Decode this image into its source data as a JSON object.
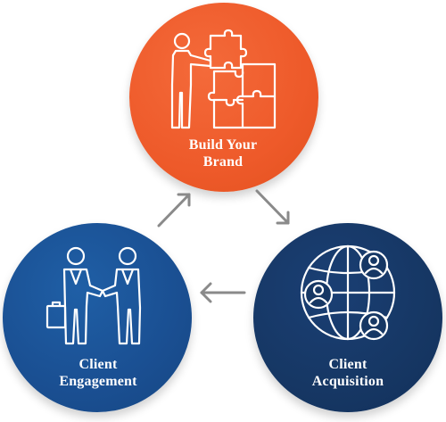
{
  "nodes": {
    "brand": {
      "line1": "Build Your",
      "line2": "Brand",
      "color": "#ee5a2a",
      "icon": "puzzle-pieces-icon"
    },
    "engagement": {
      "line1": "Client",
      "line2": "Engagement",
      "color": "#1a4f92",
      "icon": "handshake-icon"
    },
    "acquisition": {
      "line1": "Client",
      "line2": "Acquisition",
      "color": "#163764",
      "icon": "globe-users-icon"
    }
  },
  "arrows": [
    {
      "from": "brand",
      "to": "acquisition"
    },
    {
      "from": "acquisition",
      "to": "engagement"
    },
    {
      "from": "engagement",
      "to": "brand"
    }
  ],
  "colors": {
    "arrow": "#8a8a8a",
    "icon_stroke": "#ffffff"
  }
}
